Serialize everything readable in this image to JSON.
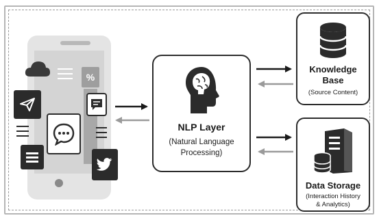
{
  "nlp": {
    "title": "NLP Layer",
    "subtitle_line1": "(Natural Language",
    "subtitle_line2": "Processing)"
  },
  "knowledge_base": {
    "title_line1": "Knowledge",
    "title_line2": "Base",
    "subtitle": "(Source Content)"
  },
  "data_storage": {
    "title": "Data Storage",
    "subtitle_line1": "(Interaction History",
    "subtitle_line2": "& Analytics)"
  },
  "phone_icons": {
    "percent_label": "%"
  },
  "colors": {
    "dark": "#2b2b2b",
    "forward_arrow": "#1a1a1a",
    "return_arrow": "#9a9a9a"
  }
}
